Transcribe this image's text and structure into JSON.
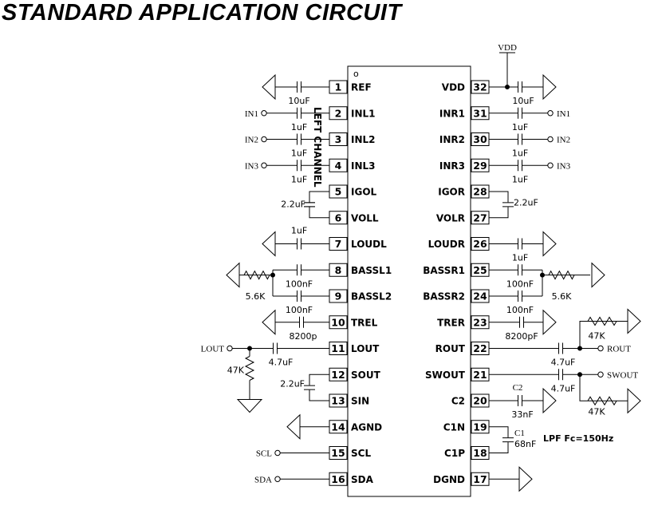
{
  "title": "STANDARD APPLICATION CIRCUIT",
  "ic": {
    "orientation_mark": "o",
    "left_channel_label": "LEFT CHANNEL",
    "pins_left": [
      {
        "num": "1",
        "name": "REF"
      },
      {
        "num": "2",
        "name": "INL1"
      },
      {
        "num": "3",
        "name": "INL2"
      },
      {
        "num": "4",
        "name": "INL3"
      },
      {
        "num": "5",
        "name": "IGOL"
      },
      {
        "num": "6",
        "name": "VOLL"
      },
      {
        "num": "7",
        "name": "LOUDL"
      },
      {
        "num": "8",
        "name": "BASSL1"
      },
      {
        "num": "9",
        "name": "BASSL2"
      },
      {
        "num": "10",
        "name": "TREL"
      },
      {
        "num": "11",
        "name": "LOUT"
      },
      {
        "num": "12",
        "name": "SOUT"
      },
      {
        "num": "13",
        "name": "SIN"
      },
      {
        "num": "14",
        "name": "AGND"
      },
      {
        "num": "15",
        "name": "SCL"
      },
      {
        "num": "16",
        "name": "SDA"
      }
    ],
    "pins_right": [
      {
        "num": "32",
        "name": "VDD"
      },
      {
        "num": "31",
        "name": "INR1"
      },
      {
        "num": "30",
        "name": "INR2"
      },
      {
        "num": "29",
        "name": "INR3"
      },
      {
        "num": "28",
        "name": "IGOR"
      },
      {
        "num": "27",
        "name": "VOLR"
      },
      {
        "num": "26",
        "name": "LOUDR"
      },
      {
        "num": "25",
        "name": "BASSR1"
      },
      {
        "num": "24",
        "name": "BASSR2"
      },
      {
        "num": "23",
        "name": "TRER"
      },
      {
        "num": "22",
        "name": "ROUT"
      },
      {
        "num": "21",
        "name": "SWOUT"
      },
      {
        "num": "20",
        "name": "C2"
      },
      {
        "num": "19",
        "name": "C1N"
      },
      {
        "num": "18",
        "name": "C1P"
      },
      {
        "num": "17",
        "name": "DGND"
      }
    ]
  },
  "nets": {
    "vdd": "VDD",
    "left_in": [
      "IN1",
      "IN2",
      "IN3"
    ],
    "right_in": [
      "IN1",
      "IN2",
      "IN3"
    ],
    "lout": "LOUT",
    "rout": "ROUT",
    "swout": "SWOUT",
    "scl": "SCL",
    "sda": "SDA"
  },
  "components": {
    "ref_cap": "10uF",
    "vdd_cap": "10uF",
    "inl_caps": [
      "1uF",
      "1uF",
      "1uF"
    ],
    "inr_caps": [
      "1uF",
      "1uF",
      "1uF"
    ],
    "igol_cap": "2.2uF",
    "igor_cap": "2.2uF",
    "loudl_cap": "1uF",
    "loudr_cap": "1uF",
    "bassl1_cap": "100nF",
    "bassl2_cap": "100nF",
    "bassl_res": "5.6K",
    "bassr1_cap": "100nF",
    "bassr2_cap": "100nF",
    "bassr_res": "5.6K",
    "trel_cap": "8200p",
    "trer_cap": "8200pF",
    "lout_cap": "4.7uF",
    "lout_res": "47K",
    "rout_cap": "4.7uF",
    "rout_res": "47K",
    "swout_cap": "4.7uF",
    "swout_res": "47K",
    "sout_cap": "2.2uF",
    "c2_name": "C2",
    "c2_value": "33nF",
    "c1_name": "C1",
    "c1_value": "68nF"
  },
  "note": "LPF Fc=150Hz"
}
